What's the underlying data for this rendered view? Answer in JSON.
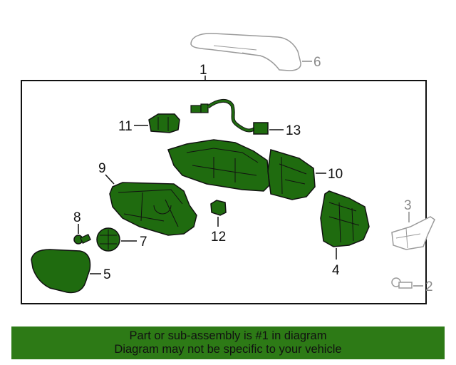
{
  "callouts": {
    "c1": "1",
    "c2": "2",
    "c3": "3",
    "c4": "4",
    "c5": "5",
    "c6": "6",
    "c7": "7",
    "c8": "8",
    "c9": "9",
    "c10": "10",
    "c11": "11",
    "c12": "12",
    "c13": "13"
  },
  "banner": {
    "line1": "Part or sub-assembly is #1 in diagram",
    "line2": "Diagram may not be specific to your vehicle"
  },
  "colors": {
    "part_fill": "#1f6b0f",
    "banner_bg": "#2d7a16",
    "outline": "#111111",
    "gray_part": "#9a9a9a"
  }
}
